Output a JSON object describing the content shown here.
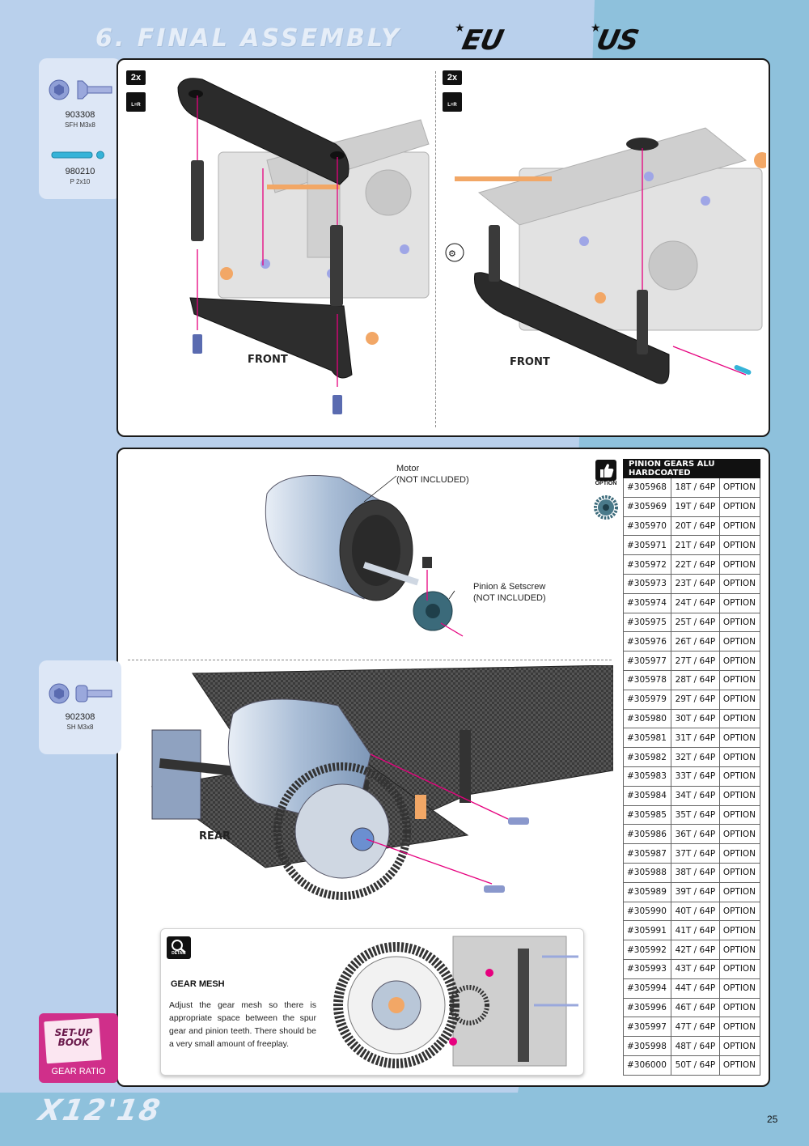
{
  "header": {
    "title": "6. FINAL ASSEMBLY",
    "logo_eu": "EU",
    "logo_us": "US"
  },
  "parts_top": [
    {
      "number": "903308",
      "desc": "SFH M3x8"
    },
    {
      "number": "980210",
      "desc": "P 2x10"
    }
  ],
  "parts_bottom": [
    {
      "number": "902308",
      "desc": "SH M3x8"
    }
  ],
  "step_left": {
    "qty": "2x",
    "lr": "L=R",
    "direction": "FRONT"
  },
  "step_right": {
    "qty": "2x",
    "lr": "L=R",
    "direction": "FRONT"
  },
  "motor_callout": {
    "line1": "Motor",
    "line2": "(NOT INCLUDED)"
  },
  "pinion_callout": {
    "line1": "Pinion & Setscrew",
    "line2": "(NOT INCLUDED)"
  },
  "rear_label": "REAR",
  "option_label": "OPTION",
  "table": {
    "header": "PINION GEARS ALU HARDCOATED",
    "rows": [
      [
        "#305968",
        "18T / 64P",
        "OPTION"
      ],
      [
        "#305969",
        "19T / 64P",
        "OPTION"
      ],
      [
        "#305970",
        "20T / 64P",
        "OPTION"
      ],
      [
        "#305971",
        "21T / 64P",
        "OPTION"
      ],
      [
        "#305972",
        "22T / 64P",
        "OPTION"
      ],
      [
        "#305973",
        "23T / 64P",
        "OPTION"
      ],
      [
        "#305974",
        "24T / 64P",
        "OPTION"
      ],
      [
        "#305975",
        "25T / 64P",
        "OPTION"
      ],
      [
        "#305976",
        "26T / 64P",
        "OPTION"
      ],
      [
        "#305977",
        "27T / 64P",
        "OPTION"
      ],
      [
        "#305978",
        "28T / 64P",
        "OPTION"
      ],
      [
        "#305979",
        "29T / 64P",
        "OPTION"
      ],
      [
        "#305980",
        "30T / 64P",
        "OPTION"
      ],
      [
        "#305981",
        "31T / 64P",
        "OPTION"
      ],
      [
        "#305982",
        "32T / 64P",
        "OPTION"
      ],
      [
        "#305983",
        "33T / 64P",
        "OPTION"
      ],
      [
        "#305984",
        "34T / 64P",
        "OPTION"
      ],
      [
        "#305985",
        "35T / 64P",
        "OPTION"
      ],
      [
        "#305986",
        "36T / 64P",
        "OPTION"
      ],
      [
        "#305987",
        "37T / 64P",
        "OPTION"
      ],
      [
        "#305988",
        "38T / 64P",
        "OPTION"
      ],
      [
        "#305989",
        "39T / 64P",
        "OPTION"
      ],
      [
        "#305990",
        "40T / 64P",
        "OPTION"
      ],
      [
        "#305991",
        "41T / 64P",
        "OPTION"
      ],
      [
        "#305992",
        "42T / 64P",
        "OPTION"
      ],
      [
        "#305993",
        "43T / 64P",
        "OPTION"
      ],
      [
        "#305994",
        "44T / 64P",
        "OPTION"
      ],
      [
        "#305996",
        "46T / 64P",
        "OPTION"
      ],
      [
        "#305997",
        "47T / 64P",
        "OPTION"
      ],
      [
        "#305998",
        "48T / 64P",
        "OPTION"
      ],
      [
        "#306000",
        "50T / 64P",
        "OPTION"
      ]
    ]
  },
  "detail": {
    "badge": "DETAIL",
    "title": "GEAR MESH",
    "text": "Adjust the gear mesh so there is appropriate space between the spur gear and pinion teeth. There should be a very small amount of freeplay."
  },
  "setup_book": {
    "line1": "SET-UP",
    "line2": "BOOK",
    "label": "GEAR RATIO"
  },
  "footer": {
    "logo": "X12'18",
    "page": "25"
  },
  "colors": {
    "accent": "#e6007e",
    "panel_border": "#1a1a1a",
    "bg_left": "#b9d0ec",
    "bg_right": "#8ec1dc"
  }
}
